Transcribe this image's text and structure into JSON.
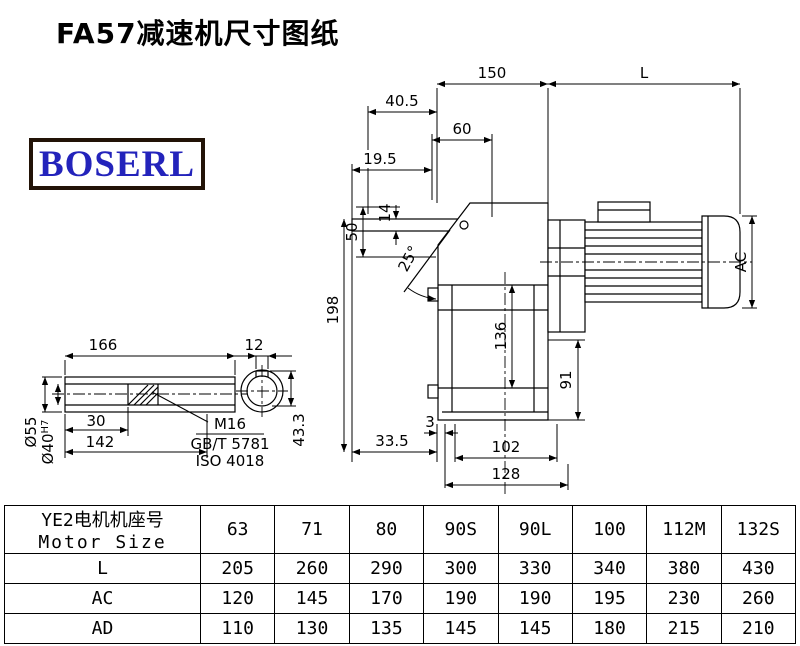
{
  "page": {
    "title": "FA57减速机尺寸图纸",
    "logo_text": "BOSERL"
  },
  "drawing": {
    "main": {
      "d150": "150",
      "dL": "L",
      "d40_5": "40.5",
      "d60": "60",
      "d19_5": "19.5",
      "d14": "14",
      "d50": "50",
      "angle": "25°",
      "d198": "198",
      "d136": "136",
      "d91": "91",
      "dAC": "AC",
      "d3": "3",
      "d33_5": "33.5",
      "d102": "102",
      "d128": "128"
    },
    "shaft": {
      "d166": "166",
      "d12": "12",
      "d30": "30",
      "d142": "142",
      "d55": "Ø55",
      "d40": "Ø40",
      "d40_tol": "H7",
      "m16": "M16",
      "gb": "GB/T 5781",
      "iso": "ISO 4018",
      "d43_3": "43.3"
    }
  },
  "table": {
    "header_cn": "YE2电机机座号",
    "header_en": "Motor Size",
    "columns": [
      "63",
      "71",
      "80",
      "90S",
      "90L",
      "100",
      "112M",
      "132S"
    ],
    "rows": [
      {
        "label": "L",
        "values": [
          "205",
          "260",
          "290",
          "300",
          "330",
          "340",
          "380",
          "430"
        ]
      },
      {
        "label": "AC",
        "values": [
          "120",
          "145",
          "170",
          "190",
          "190",
          "195",
          "230",
          "260"
        ]
      },
      {
        "label": "AD",
        "values": [
          "110",
          "130",
          "135",
          "145",
          "145",
          "180",
          "215",
          "210"
        ]
      }
    ]
  }
}
